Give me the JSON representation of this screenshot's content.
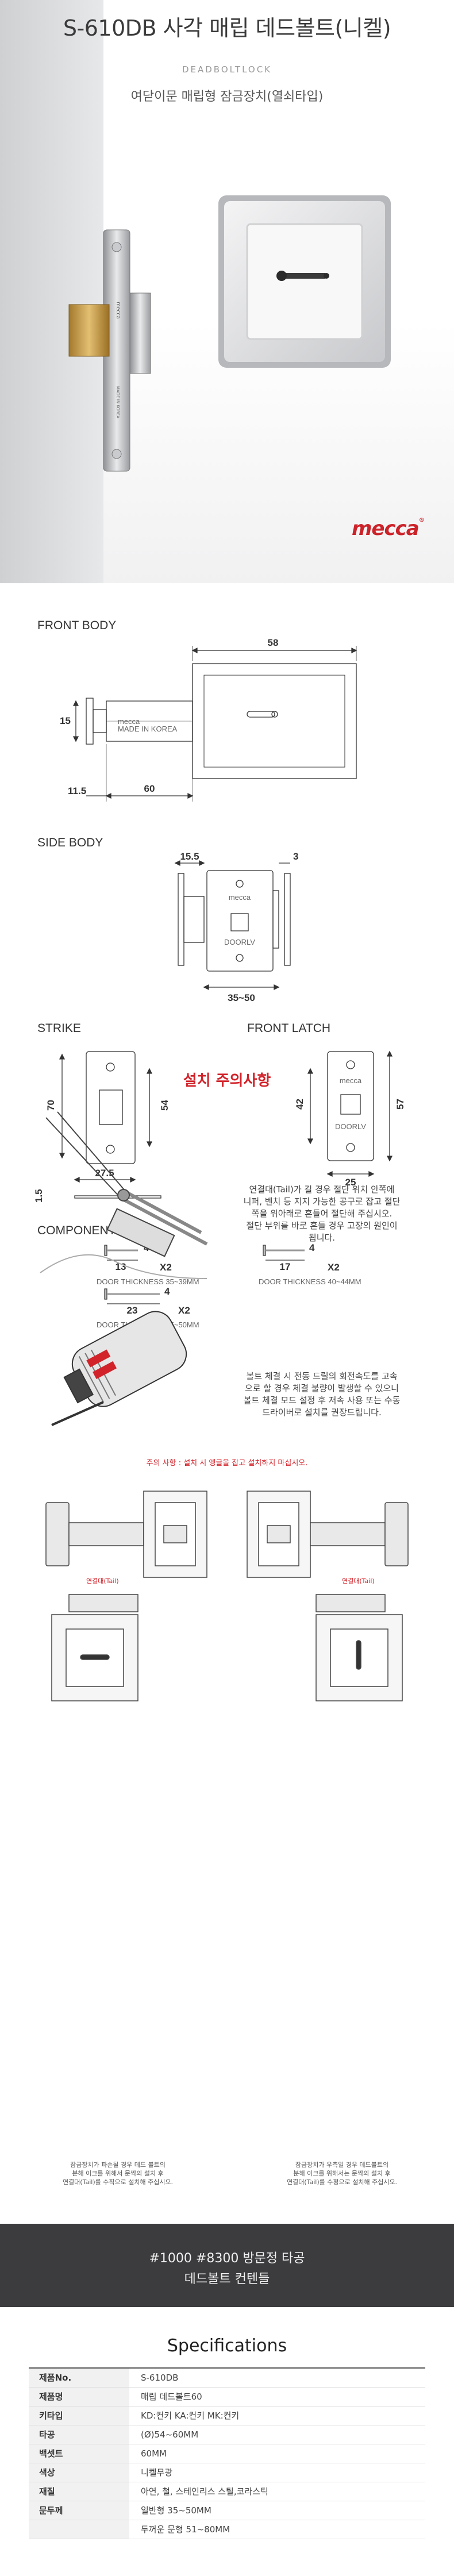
{
  "hero": {
    "title": "S-610DB 사각 매립 데드볼트(니켈)",
    "subtitle": "DEADBOLTLOCK",
    "description": "여닫이문 매립형 잠금장치(열쇠타입)",
    "brand": "mecca",
    "brand_mark": "®",
    "plate_text_top": "mecca",
    "plate_text_bottom": "MADE IN KOREA"
  },
  "drawings": {
    "front_body": {
      "label": "FRONT BODY",
      "dim_58": "58",
      "dim_15": "15",
      "dim_11_5": "11.5",
      "dim_60": "60",
      "plate_text": "mecca",
      "plate_sub": "MADE IN KOREA"
    },
    "side_body": {
      "label": "SIDE BODY",
      "dim_15_5": "15.5",
      "dim_3": "3",
      "dim_35_50": "35~50",
      "plate_text": "mecca",
      "plate_sub": "DOORLV"
    },
    "strike": {
      "label": "STRIKE",
      "dim_70": "70",
      "dim_54": "54",
      "dim_27_5": "27.5",
      "dim_1_5": "1.5"
    },
    "front_latch": {
      "label": "FRONT LATCH",
      "dim_42": "42",
      "dim_57": "57",
      "dim_25": "25",
      "plate_text": "mecca",
      "plate_sub": "DOORLV"
    },
    "component": {
      "label": "COMPONENT",
      "screws": [
        {
          "length": "13",
          "head": "4",
          "qty": "X2",
          "caption": "DOOR THICKNESS 35~39MM"
        },
        {
          "length": "17",
          "head": "4",
          "qty": "X2",
          "caption": "DOOR THICKNESS 40~44MM"
        },
        {
          "length": "23",
          "head": "4",
          "qty": "X2",
          "caption": "DOOR THICKNESS 45~50MM"
        }
      ]
    }
  },
  "notes": {
    "title": "설치 주의사항",
    "note1": [
      "연결대(Tail)가 길 경우 절단 위치 안쪽에",
      "니퍼, 벤치 등 지지 가능한 공구로 잡고 절단",
      "쪽을 위아래로 흔들어 절단해 주십시오.",
      "절단 부위를 바로 흔들 경우 고장의 원인이",
      "됩니다."
    ],
    "note2": [
      "볼트 체결 시 전동 드릴의 회전속도를 고속",
      "으로 할 경우 체결 불량이 발생할 수 있으니",
      "볼트 체결 모드 설정 후 저속 사용 또는 수동",
      "드라이버로 설치를 권장드립니다."
    ],
    "warning": "주의 사항 : 설치 시 앵글을 잡고 설치하지 마십시오.",
    "tail_label": "연결대(Tail)",
    "caption_left": [
      "잠금장치가 파손될 경우 데드 볼트의",
      "분해 이크를 위해서 문짝의 설치 후",
      "연결대(Tail)를 수직으로 설치해 주십시오."
    ],
    "caption_right": [
      "잠금장치가 우측일 경우 데드볼트의",
      "분해 이크를 위해서는 문짝의 설치 후",
      "연결대(Tail)를 수평으로 설치해 주십시오."
    ]
  },
  "banner": {
    "line1": "#1000 #8300 방문정 타공",
    "line2": "데드볼트 컨텐들"
  },
  "specs": {
    "title": "Specifications",
    "rows": [
      {
        "k": "제품No.",
        "v": "S-610DB"
      },
      {
        "k": "제품명",
        "v": "매립 데드볼트60"
      },
      {
        "k": "키타입",
        "v": "KD:컨키 KA:컨키 MK:컨키"
      },
      {
        "k": "타공",
        "v": "(Ø)54~60MM"
      },
      {
        "k": "백셋트",
        "v": "60MM"
      },
      {
        "k": "색상",
        "v": "니켈무광"
      },
      {
        "k": "재질",
        "v": "아연, 철, 스테인리스 스틸,코라스틱"
      },
      {
        "k": "문두께",
        "v": "일반형 35~50MM"
      },
      {
        "k": "",
        "v": "두꺼운 문형 51~80MM"
      }
    ]
  },
  "colors": {
    "accent_red": "#d2232a",
    "brand_red": "#cc2229",
    "banner_bg": "#3c3c3e"
  }
}
